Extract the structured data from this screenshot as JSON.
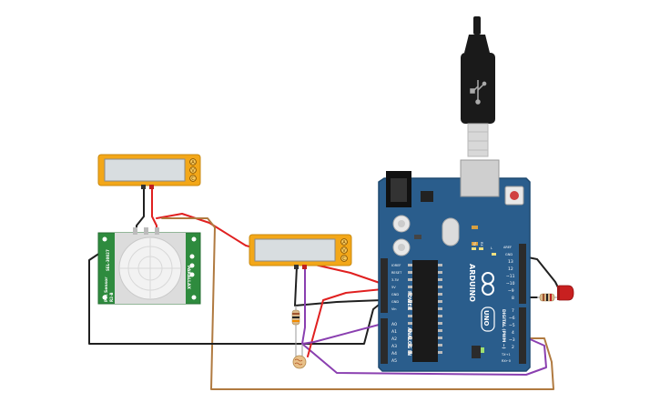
{
  "arduino": {
    "brand": "ARDUINO",
    "model": "UNO",
    "section_power": "POWER",
    "section_analog": "ANALOG IN",
    "section_digital": "DIGITAL (PWM ~)",
    "led_tx": "TX",
    "led_rx": "RX",
    "led_l": "L",
    "led_on": "ON",
    "power_pins": [
      "IOREF",
      "RESET",
      "3.3V",
      "5V",
      "GND",
      "GND",
      "Vin"
    ],
    "analog_pins": [
      "A0",
      "A1",
      "A2",
      "A3",
      "A4",
      "A5"
    ],
    "digital_pins": [
      "AREF",
      "GND",
      "13",
      "12",
      "~11",
      "~10",
      "~9",
      "8",
      "7",
      "~6",
      "~5",
      "4",
      "~3",
      "2",
      "TX→1",
      "RX←0"
    ],
    "colors": {
      "board": "#2a5d8c",
      "board_edge": "#1f4a70",
      "header": "#2b2b2b"
    }
  },
  "pir_sensor": {
    "label_left": "PIR Sensor",
    "label_sub": "R2-B",
    "label_top": "SEL-30027",
    "label_right": "PARALLAX",
    "colors": {
      "pcb": "#2e8b3e"
    }
  },
  "multimeters": [
    {
      "name": "meter-top",
      "pins": [
        "A",
        "V",
        "C"
      ]
    },
    {
      "name": "meter-middle",
      "pins": [
        "A",
        "V",
        "C"
      ]
    }
  ],
  "usb_icon": "usb-icon",
  "wires": {
    "colors": {
      "red": "#e02020",
      "black": "#202020",
      "brown": "#b07a40",
      "purple": "#8a3fb0"
    }
  }
}
